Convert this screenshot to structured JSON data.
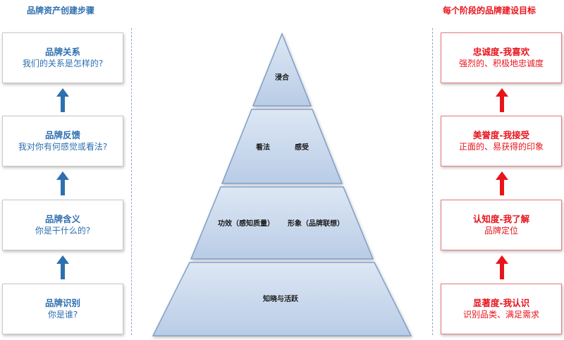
{
  "headings": {
    "left": "品牌资产创建步骤",
    "right": "每个阶段的品牌建设目标"
  },
  "left_boxes": [
    {
      "title": "品牌关系",
      "subtitle": "我们的关系是怎样的?"
    },
    {
      "title": "品牌反馈",
      "subtitle": "我对你有何感觉或看法?"
    },
    {
      "title": "品牌含义",
      "subtitle": "你是干什么的?"
    },
    {
      "title": "品牌识别",
      "subtitle": "你是谁?"
    }
  ],
  "right_boxes": [
    {
      "title": "忠诚度-我喜欢",
      "subtitle": "强烈的、积极地忠诚度"
    },
    {
      "title": "美誉度-我接受",
      "subtitle": "正面的、易获得的印象"
    },
    {
      "title": "认知度-我了解",
      "subtitle": "品牌定位"
    },
    {
      "title": "显著度-我认识",
      "subtitle": "识别品类、满足需求"
    }
  ],
  "pyramid": {
    "level1": "浸合",
    "level2_left": "看法",
    "level2_right": "感受",
    "level3_left": "功效（感知质量）",
    "level3_right": "形象（品牌联想）",
    "level4": "知晓与活跃"
  },
  "colors": {
    "left_accent": "#2e6fb0",
    "right_accent": "#e8141c",
    "pyramid_fill": "#c5d5ea",
    "pyramid_stroke": "#7f9fc8"
  },
  "icons": {
    "left_arrows": "arrow-up-icon",
    "right_arrows": "arrow-up-icon"
  }
}
